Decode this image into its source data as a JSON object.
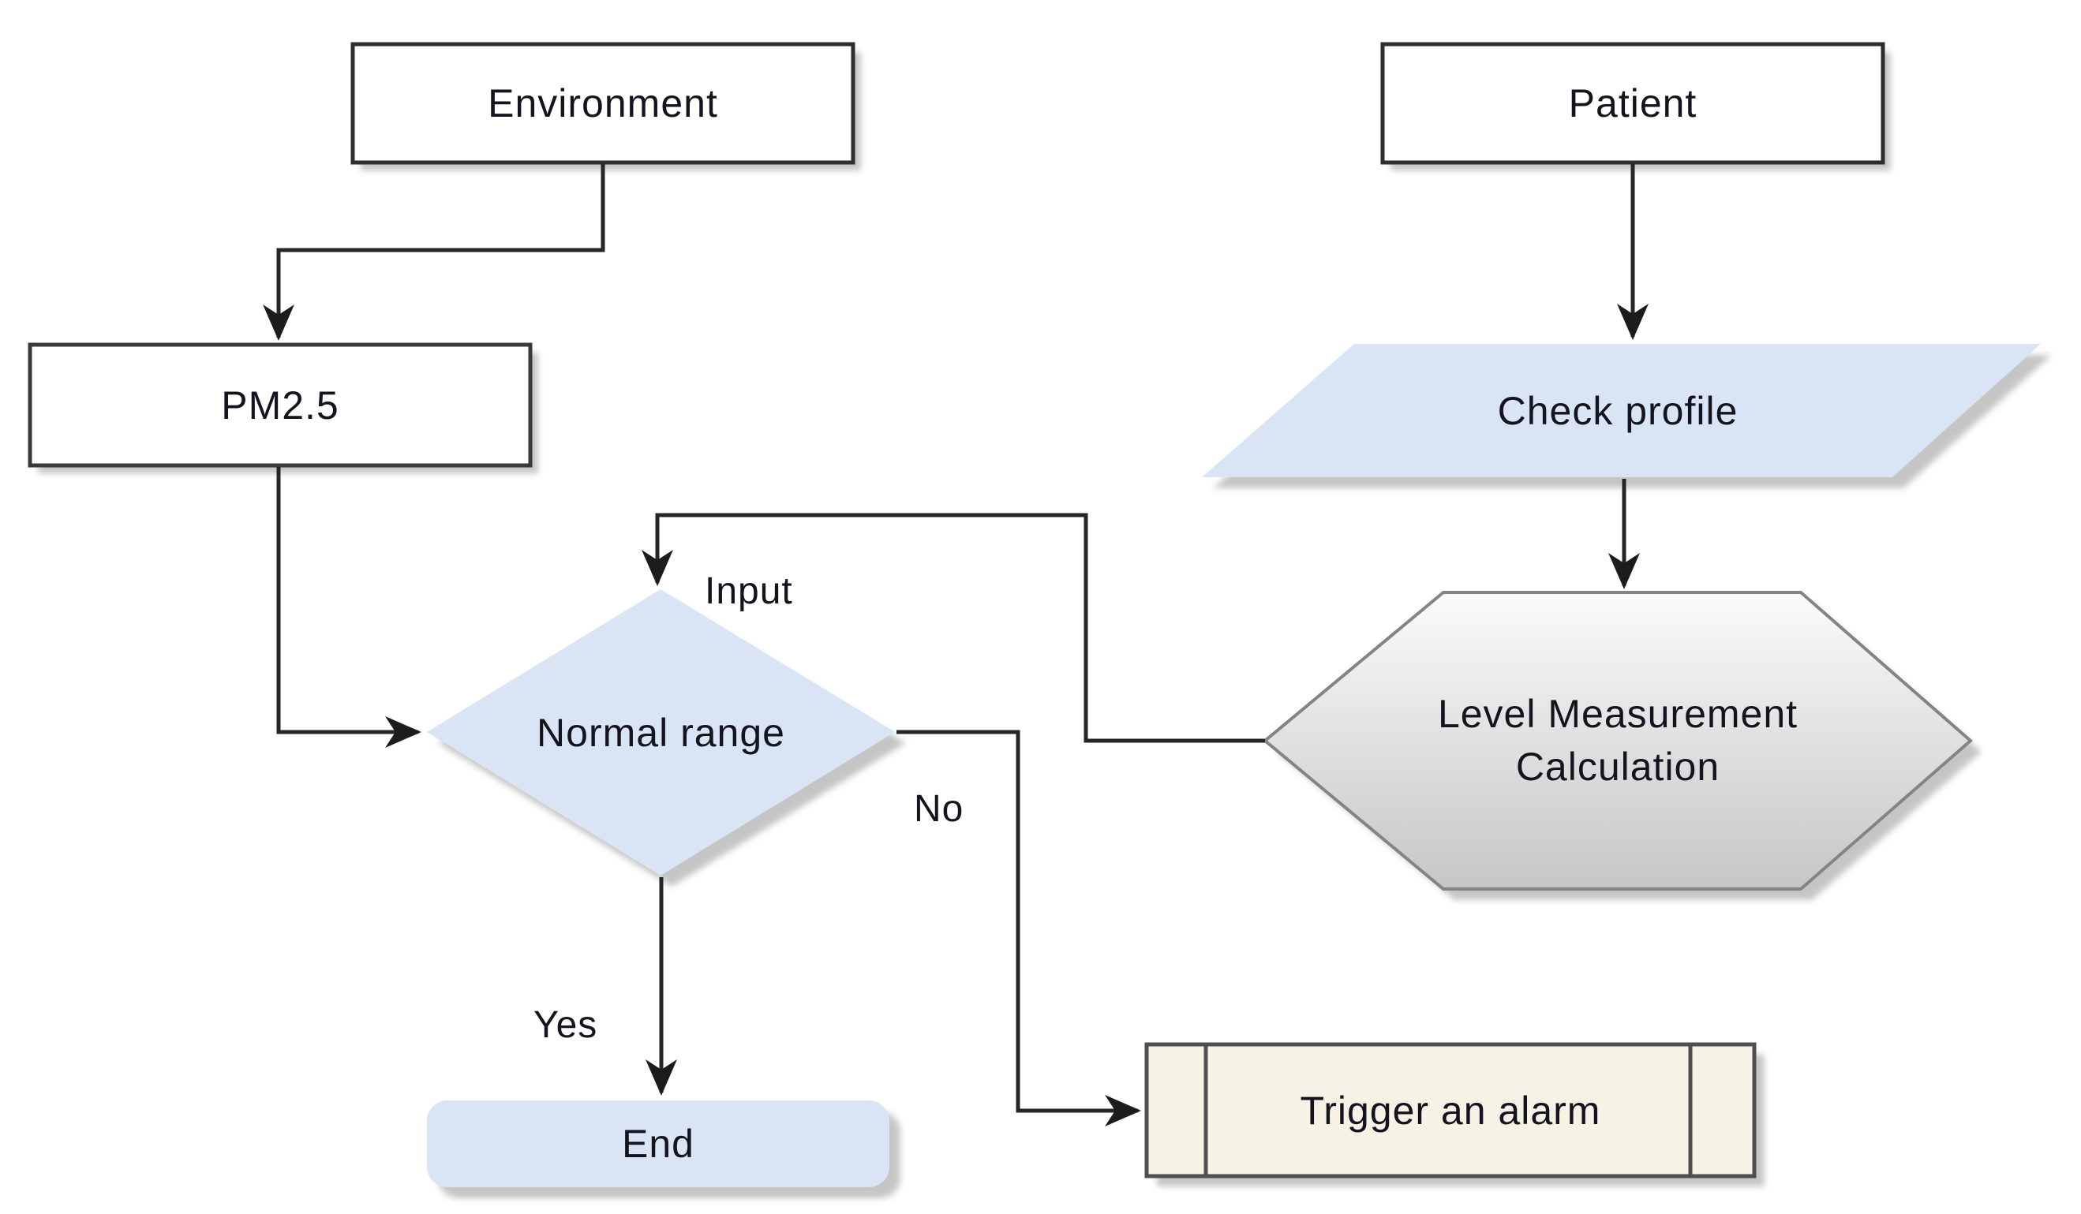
{
  "flowchart": {
    "nodes": {
      "environment": {
        "type": "process",
        "label": "Environment"
      },
      "patient": {
        "type": "process",
        "label": "Patient"
      },
      "pm25": {
        "type": "process",
        "label": "PM2.5"
      },
      "check_profile": {
        "type": "data-parallelogram",
        "label": "Check profile"
      },
      "normal_range": {
        "type": "decision-diamond",
        "label": "Normal range"
      },
      "level_measurement": {
        "type": "hexagon",
        "line1": "Level Measurement",
        "line2": "Calculation"
      },
      "end": {
        "type": "terminator",
        "label": "End"
      },
      "trigger_alarm": {
        "type": "predefined-process",
        "label": "Trigger an alarm"
      }
    },
    "edge_labels": {
      "input": "Input",
      "no": "No",
      "yes": "Yes"
    },
    "colors": {
      "blue_fill": "#d9e4f4",
      "hexagon_gradient_top": "#fbfbfb",
      "hexagon_gradient_bottom": "#c6c6c6",
      "hexagon_border": "#848484",
      "cream_fill": "#f6f2e6",
      "box_border": "#2e2e2e",
      "predefined_border": "#4f4f4f",
      "connector": "#262626",
      "shadow": "#bcbcbc",
      "text": "#14141f",
      "background": "#ffffff"
    }
  }
}
